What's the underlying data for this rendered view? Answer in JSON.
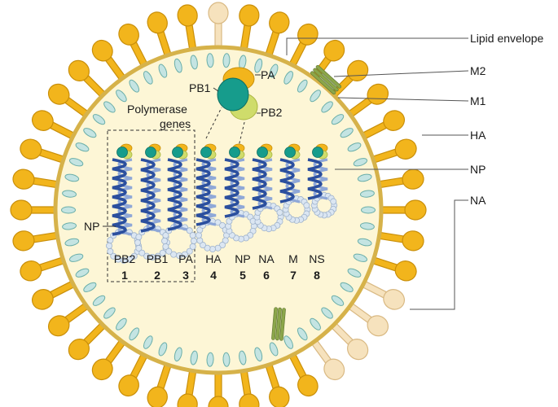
{
  "labels": {
    "lipid_envelope": "Lipid envelope",
    "m2": "M2",
    "m1": "M1",
    "ha": "HA",
    "np": "NP",
    "na": "NA",
    "np_left": "NP",
    "pa": "PA",
    "pb1": "PB1",
    "pb2": "PB2",
    "polymerase_line1": "Polymerase",
    "polymerase_line2": "genes"
  },
  "segments": [
    {
      "name": "PB2",
      "num": "1"
    },
    {
      "name": "PB1",
      "num": "2"
    },
    {
      "name": "PA",
      "num": "3"
    },
    {
      "name": "HA",
      "num": "4"
    },
    {
      "name": "NP",
      "num": "5"
    },
    {
      "name": "NA",
      "num": "6"
    },
    {
      "name": "M",
      "num": "7"
    },
    {
      "name": "NS",
      "num": "8"
    }
  ],
  "colors": {
    "envelope_fill": "#fdf6d6",
    "envelope_stroke": "#d6b24a",
    "spike_ha": "#f2b51c",
    "spike_ha_stroke": "#c98f0a",
    "spike_na": "#f6e2bd",
    "spike_na_stroke": "#d9b983",
    "m1_bead": "#c4e4e2",
    "m1_stroke": "#6aaea9",
    "m2": "#8ba64a",
    "helix_dark": "#2b4f9e",
    "helix_light": "#8fa8d8",
    "np_bead": "#dbe6f2",
    "pb1": "#169c8c",
    "pb2": "#cfdc6b",
    "pa": "#f2b51c",
    "callout_line": "#555555"
  }
}
